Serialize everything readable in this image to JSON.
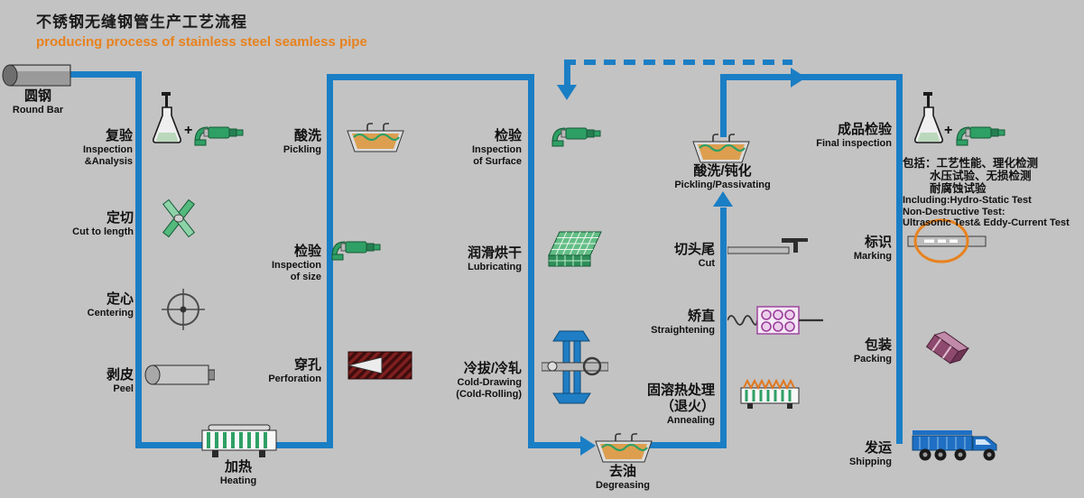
{
  "title": {
    "zh": "不锈钢无缝钢管生产工艺流程",
    "en": "producing process of stainless steel seamless pipe"
  },
  "plus_sign": "+",
  "steps": {
    "round_bar": {
      "zh": "圆钢",
      "en": "Round Bar"
    },
    "inspection_analysis": {
      "zh": "复验",
      "en1": "Inspection",
      "en2": "&Analysis"
    },
    "cut_to_length": {
      "zh": "定切",
      "en": "Cut to length"
    },
    "centering": {
      "zh": "定心",
      "en": "Centering"
    },
    "peel": {
      "zh": "剥皮",
      "en": "Peel"
    },
    "heating": {
      "zh": "加热",
      "en": "Heating"
    },
    "pickling": {
      "zh": "酸洗",
      "en": "Pickling"
    },
    "inspection_size": {
      "zh": "检验",
      "en1": "Inspection",
      "en2": "of size"
    },
    "perforation": {
      "zh": "穿孔",
      "en": "Perforation"
    },
    "inspection_surface": {
      "zh": "检验",
      "en1": "Inspection",
      "en2": "of Surface"
    },
    "lubricating": {
      "zh": "润滑烘干",
      "en": "Lubricating"
    },
    "cold_drawing": {
      "zh": "冷拔/冷轧",
      "en1": "Cold-Drawing",
      "en2": "(Cold-Rolling)"
    },
    "degreasing": {
      "zh": "去油",
      "en": "Degreasing"
    },
    "pickling_passivating": {
      "zh": "酸洗/钝化",
      "en": "Pickling/Passivating"
    },
    "cut_head_tail": {
      "zh": "切头尾",
      "en": "Cut"
    },
    "straightening": {
      "zh": "矫直",
      "en": "Straightening"
    },
    "annealing": {
      "zh1": "固溶热处理",
      "zh2": "（退火）",
      "en": "Annealing"
    },
    "final_inspection": {
      "zh": "成品检验",
      "en": "Final inspection"
    },
    "marking": {
      "zh": "标识",
      "en": "Marking"
    },
    "packing": {
      "zh": "包装",
      "en": "Packing"
    },
    "shipping": {
      "zh": "发运",
      "en": "Shipping"
    }
  },
  "final_inspection_notes": {
    "zh1": "包括：工艺性能、理化检测",
    "zh2": "水压试验、无损检测",
    "zh3": "耐腐蚀试验",
    "en1": "Including:Hydro-Static Test",
    "en2": "Non-Destructive Test:",
    "en3": "Ultrasonic Test& Eddy-Current Test"
  },
  "icons": {
    "round_bar": "steel-bar",
    "inspection": "lab-flask-plus-micrometer",
    "cut_to_length": "crossed-blades",
    "centering": "crosshair-circle",
    "peel": "steel-bar",
    "heating": "striped-furnace",
    "acid_bath": "acid-bath-tank",
    "perforation": "piercing-die",
    "lubricating": "mesh-basket",
    "cold_drawing": "drawing-mill",
    "degreasing": "acid-bath-tank",
    "cut_head_tail": "pipe-with-cutter",
    "straightening": "roller-straightener",
    "annealing": "annealing-furnace",
    "marking": "pipe-with-brand-ring",
    "packing": "packed-bundle",
    "shipping": "truck"
  },
  "colors": {
    "background": "#c3c3c3",
    "flow_line_blue": "#1a7ec5",
    "title_orange": "#e8821e",
    "tool_green": "#2fa065",
    "bath_orange": "#dd9f4f",
    "perforation_red": "#801f1f",
    "straightening_purple": "#9b3d9b",
    "truck_blue": "#1f6fc4"
  }
}
